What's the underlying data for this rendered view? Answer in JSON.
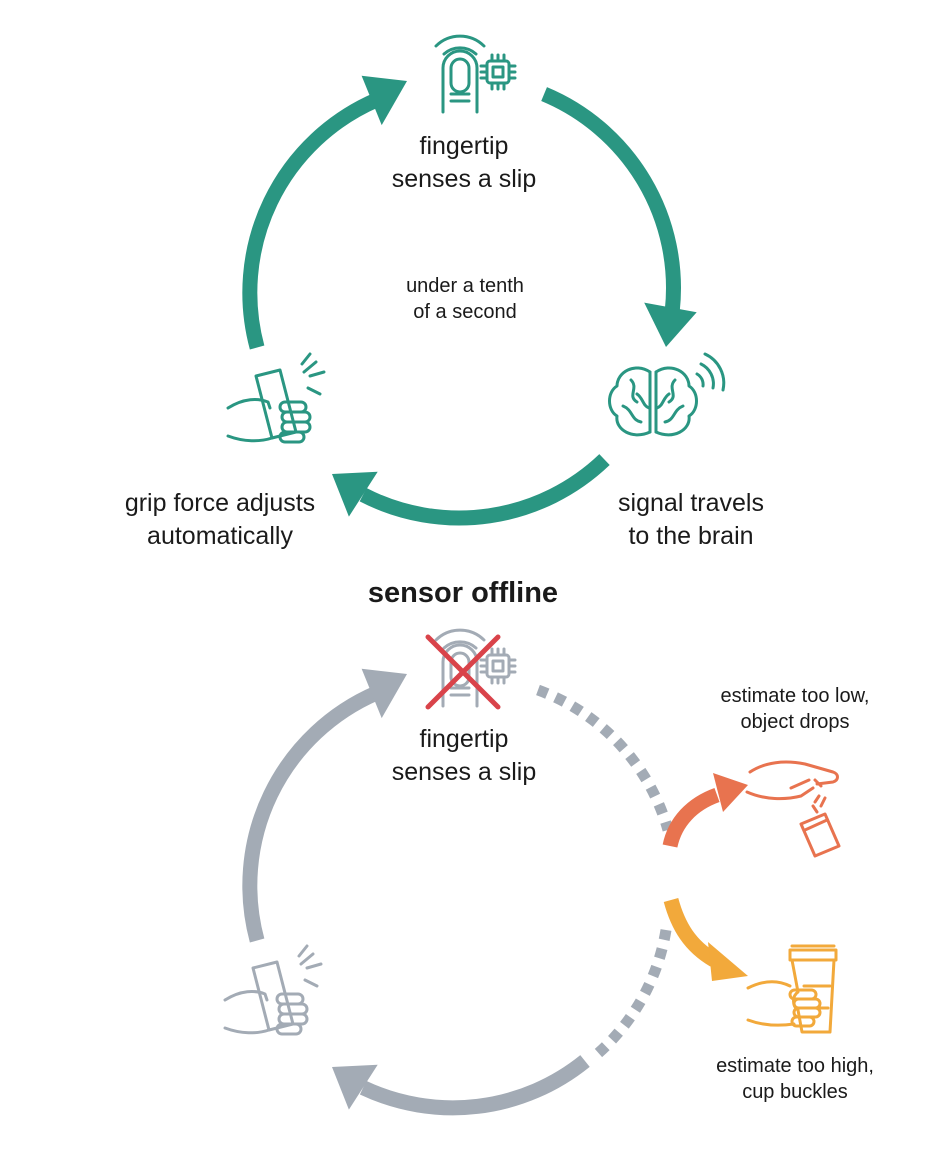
{
  "healthy_loop": {
    "step_sense": [
      "fingertip",
      "senses a slip"
    ],
    "step_signal": [
      "signal travels",
      "to the brain"
    ],
    "step_grip": [
      "grip force adjusts",
      "automatically"
    ],
    "loop_time": [
      "under a tenth",
      "of a second"
    ]
  },
  "broken_loop": {
    "title": "sensor offline",
    "step_sense": [
      "fingertip",
      "senses a slip"
    ],
    "outcome_low": [
      "estimate too low,",
      "object drops"
    ],
    "outcome_high": [
      "estimate too high,",
      "cup buckles"
    ]
  },
  "colors": {
    "healthy": "#2a9682",
    "offline": "#a3abb5",
    "cross": "#d9434a",
    "drop": "#e8734f",
    "buckle": "#f2a93b"
  }
}
